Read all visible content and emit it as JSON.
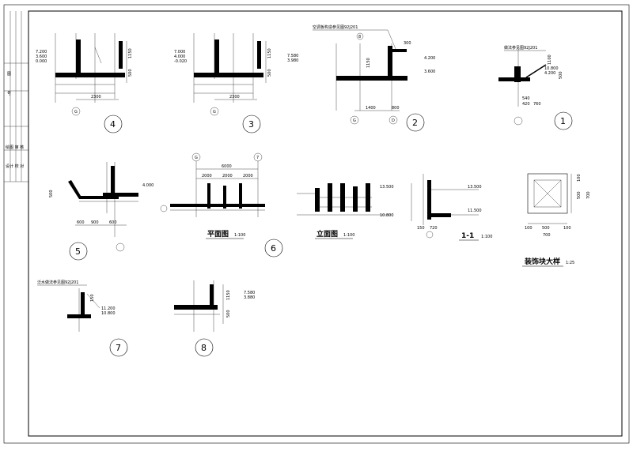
{
  "title_block": {
    "rows": [
      "图",
      "号",
      "绘图 审 核",
      "设计 校 对"
    ]
  },
  "details": {
    "d4": {
      "number": "4",
      "elev_a": "7.200",
      "elev_b": "3.600",
      "elev_c": "0.000",
      "dim_h1": "1150",
      "dim_h2": "500",
      "dim_w": "2300",
      "axis": "G"
    },
    "d3": {
      "number": "3",
      "elev_a": "7.000",
      "elev_b": "4.000",
      "elev_c": "-0.020",
      "elev_d": "7.580",
      "elev_e": "3.980",
      "dim_h1": "1150",
      "dim_h2": "500",
      "dim_w": "2300",
      "axis": "G"
    },
    "d2": {
      "number": "2",
      "note": "空调板构造参见图92J201",
      "elev_a": "4.200",
      "elev_b": "3.600",
      "dim_h": "1150",
      "dim_w1": "1400",
      "dim_w2": "800",
      "dim_top": "300",
      "axis_a": "G",
      "axis_b": "D",
      "mark": "8"
    },
    "d1": {
      "number": "1",
      "note": "做法参见图92J201",
      "elev_a": "10.800",
      "elev_b": "4.200",
      "dim_h1": "1100",
      "dim_h2": "500",
      "dim_w1": "540",
      "dim_w2": "420",
      "dim_w3": "760"
    },
    "d5": {
      "number": "5",
      "elev": "4.000",
      "dim_w1": "600",
      "dim_w2": "900",
      "dim_w3": "600",
      "dim_h": "500"
    },
    "d6": {
      "number": "6",
      "plan_title": "平面图",
      "plan_scale": "1:100",
      "width": "6000",
      "seg": [
        "2000",
        "2000",
        "2000"
      ],
      "axis_a": "G",
      "axis_b": "7",
      "elev_title": "立面图",
      "elev_scale": "1:100",
      "elev_a": "13.500",
      "elev_b": "10.800"
    },
    "d_section": {
      "title": "1-1",
      "scale": "1:100",
      "elev_a": "13.500",
      "elev_b": "11.500",
      "dim": "150",
      "dim2": "720"
    },
    "d_block": {
      "title": "装饰块大样",
      "scale": "1:25",
      "dim_inner": "500",
      "dim_outer": "700",
      "dim_side": "100"
    },
    "d7": {
      "number": "7",
      "note": "泛水做法参见图92J201",
      "elev_a": "11.200",
      "elev_b": "10.800",
      "dim": "150"
    },
    "d8": {
      "number": "8",
      "elev_a": "7.580",
      "elev_b": "3.880",
      "dim_h1": "1150",
      "dim_h2": "500"
    }
  }
}
